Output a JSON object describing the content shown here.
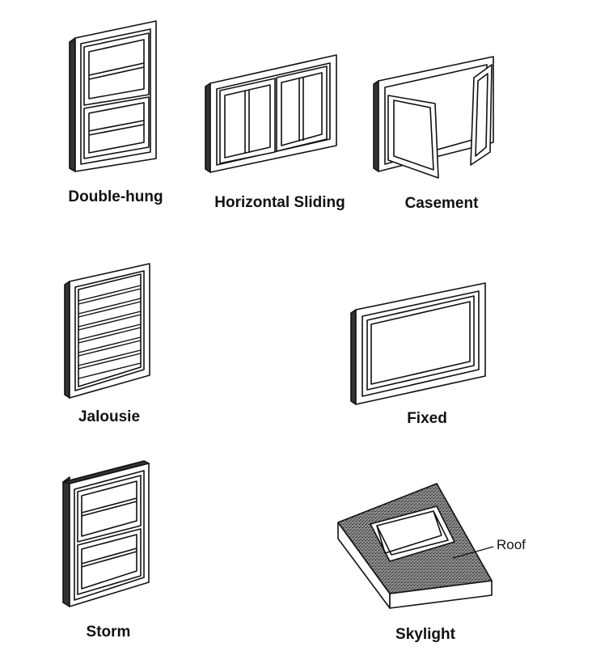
{
  "labels": {
    "double_hung": "Double-hung",
    "horizontal_sliding": "Horizontal Sliding",
    "casement": "Casement",
    "jalousie": "Jalousie",
    "fixed": "Fixed",
    "storm": "Storm",
    "skylight": "Skylight",
    "roof": "Roof"
  },
  "colors": {
    "line": "#111111",
    "frame_fill": "#ffffff",
    "side_fill": "#3a3a3a",
    "roof_fill": "#7a7a7a"
  }
}
